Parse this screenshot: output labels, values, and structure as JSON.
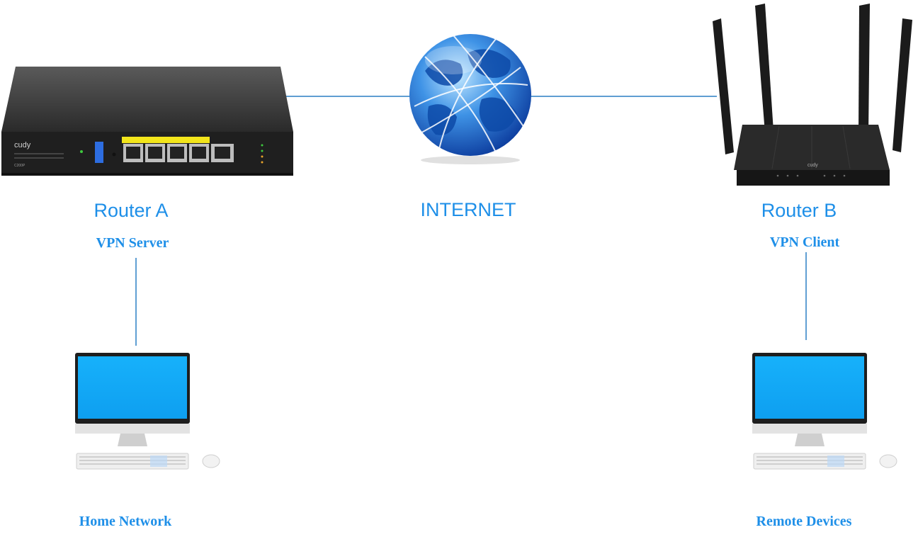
{
  "diagram": {
    "router_a": {
      "title": "Router A",
      "role": "VPN Server",
      "brand": "cudy",
      "model": "C200P"
    },
    "internet": {
      "title": "INTERNET"
    },
    "router_b": {
      "title": "Router B",
      "role": "VPN Client",
      "brand": "cudy"
    },
    "left_pc": {
      "label": "Home Network"
    },
    "right_pc": {
      "label": "Remote Devices"
    },
    "colors": {
      "accent": "#1e8fe8",
      "line": "#2a7fc4",
      "screen": "#12a9f5",
      "device": "#2b2b2b"
    }
  }
}
